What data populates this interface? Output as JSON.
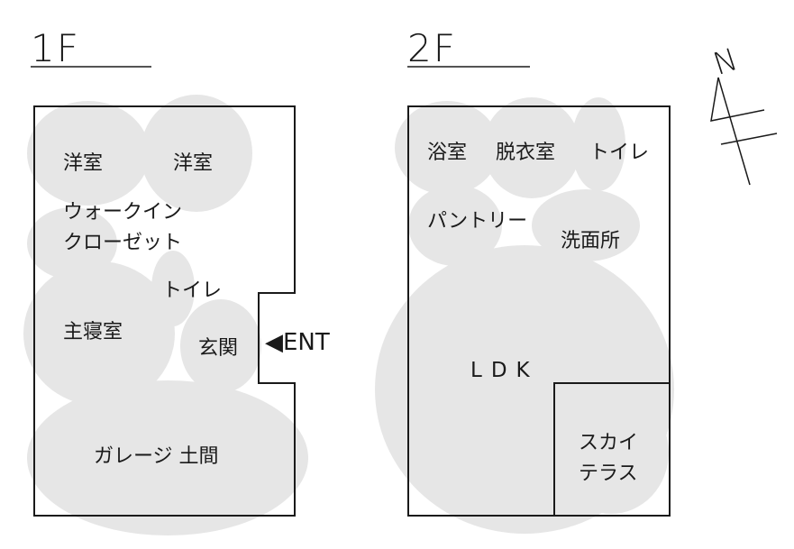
{
  "floors": [
    {
      "label": "1F"
    },
    {
      "label": "2F"
    }
  ],
  "rooms_1f": {
    "western1": "洋室",
    "western2": "洋室",
    "walkin_line1": "ウォークイン",
    "walkin_line2": "クローゼット",
    "toilet": "トイレ",
    "master_bedroom": "主寝室",
    "entrance_hall": "玄関",
    "garage": "ガレージ 土間"
  },
  "entrance": {
    "arrow": "◀",
    "label": "ENT"
  },
  "rooms_2f": {
    "bath": "浴室",
    "dressing": "脱衣室",
    "toilet": "トイレ",
    "pantry": "パントリー",
    "washroom": "洗面所",
    "ldk": "LDK",
    "sky_line1": "スカイ",
    "sky_line2": "テラス"
  },
  "compass": {
    "north_letter": "N"
  },
  "colors": {
    "blob": "#e6e6e6",
    "line": "#1a1a1a",
    "background": "#ffffff"
  }
}
